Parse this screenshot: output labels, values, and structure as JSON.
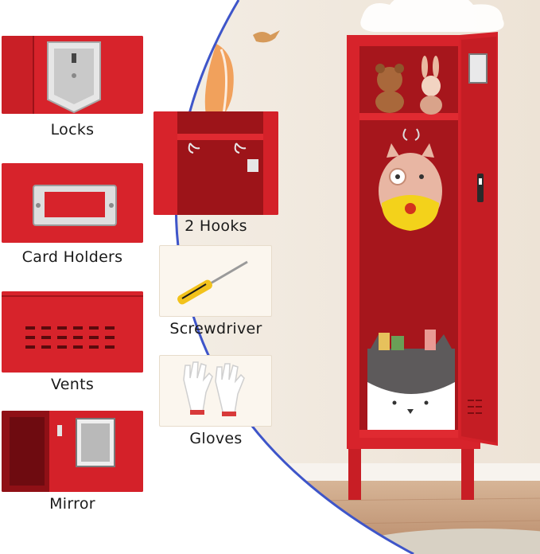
{
  "features": {
    "locks": "Locks",
    "card_holders": "Card Holders",
    "vents": "Vents",
    "mirror": "Mirror",
    "hooks": "2 Hooks",
    "screwdriver": "Screwdriver",
    "gloves": "Gloves"
  },
  "colors": {
    "locker_red": "#d7232b",
    "locker_dark": "#9c1218",
    "arc_blue": "#3e55c9",
    "wall": "#f3ece3",
    "floor": "#caa58a"
  }
}
